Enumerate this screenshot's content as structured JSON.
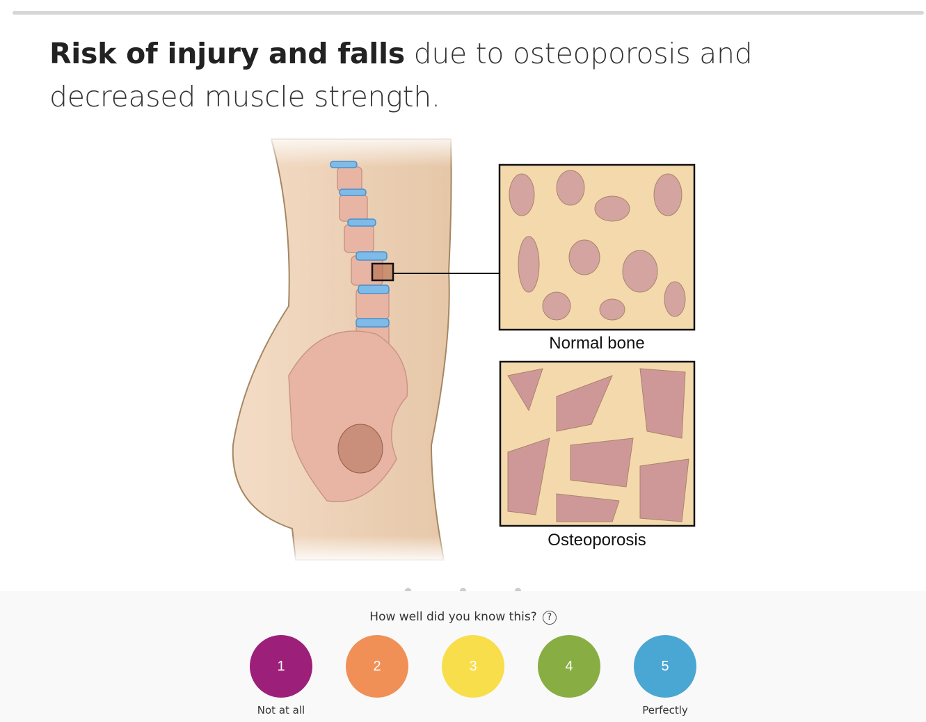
{
  "card": {
    "title_bold": "Risk of injury and falls",
    "title_rest": " due to osteoporosis and decreased muscle strength."
  },
  "illustration": {
    "label_normal": "Normal bone",
    "label_osteo": "Osteoporosis"
  },
  "rating": {
    "question": "How well did you know this?",
    "help_icon": "?",
    "buttons": [
      {
        "label": "1",
        "color": "#9c1f7a"
      },
      {
        "label": "2",
        "color": "#f09057"
      },
      {
        "label": "3",
        "color": "#f8de4a"
      },
      {
        "label": "4",
        "color": "#88ad42"
      },
      {
        "label": "5",
        "color": "#4aa6d3"
      }
    ],
    "low_label": "Not at all",
    "high_label": "Perfectly"
  }
}
